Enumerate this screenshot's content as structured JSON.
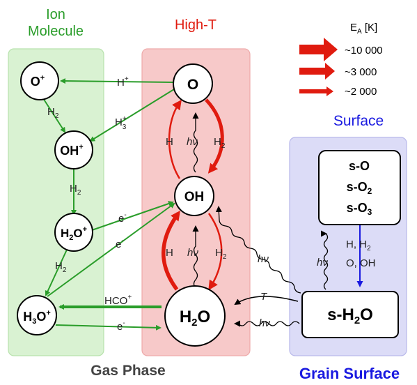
{
  "headers": {
    "ion_molecule": "Ion\nMolecule",
    "high_t": "High-T",
    "surface": "Surface"
  },
  "footers": {
    "gas_phase": "Gas Phase",
    "grain_surface": "Grain Surface"
  },
  "legend": {
    "title": "E",
    "title_sub": "A",
    "title_unit": " [K]",
    "items": [
      "~10 000",
      "~3 000",
      "~2 000"
    ]
  },
  "nodes": {
    "o_plus": "O",
    "oh_plus": "OH",
    "h2o_plus": "H",
    "h3o_plus": "H",
    "o": "O",
    "oh": "OH",
    "h2o": "H",
    "s_h2o": "s-H",
    "s_box": [
      "s-O",
      "s-O",
      "s-O"
    ]
  },
  "labels": {
    "h_plus": "H",
    "h3_plus": "H",
    "h2": "H",
    "e_minus": "e",
    "hco_plus": "HCO",
    "hv": "hv",
    "h": "H",
    "t": "T",
    "surface_reactants_1": "H, H",
    "surface_reactants_2": "O, OH"
  },
  "colors": {
    "ion_panel": "#d9f2d2",
    "hight_panel": "#f7c9c9",
    "surface_panel": "#dcdcf7",
    "green": "#2a9d2a",
    "red": "#e01b0f",
    "blue": "#1a1ae0",
    "hight_title": "#e01b0f",
    "ion_title": "#2a9d2a"
  }
}
